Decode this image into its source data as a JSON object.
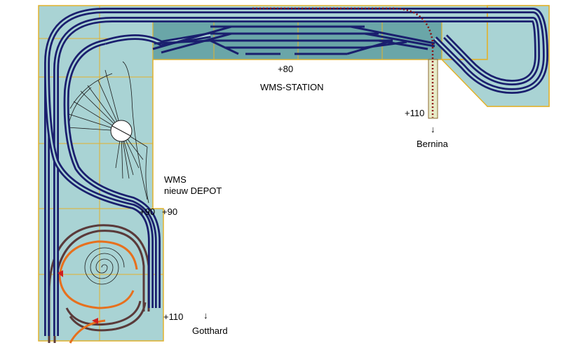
{
  "labels": {
    "height_station": "+80",
    "station_name": "WMS-STATION",
    "height_bernina": "+110",
    "bernina_arrow": "↓",
    "bernina": "Bernina",
    "depot_line1": "WMS",
    "depot_line2": "nieuw DEPOT",
    "height_left_a": "+90",
    "height_left_b": "+90",
    "height_gotthard": "+110",
    "gotthard_arrow": "↓",
    "gotthard": "Gotthard"
  },
  "colors": {
    "board_fill": "#a9d3d4",
    "station_fill": "#6aa6a8",
    "board_edge": "#e2b22c",
    "grid": "#e2b22c",
    "track_main": "#1a1f6e",
    "track_rail_inner": "#a9d3d4",
    "track_brown": "#5a3a3a",
    "track_orange": "#e7701d",
    "bernina_track": "#8b1010",
    "sketch": "#1a1a1a"
  }
}
